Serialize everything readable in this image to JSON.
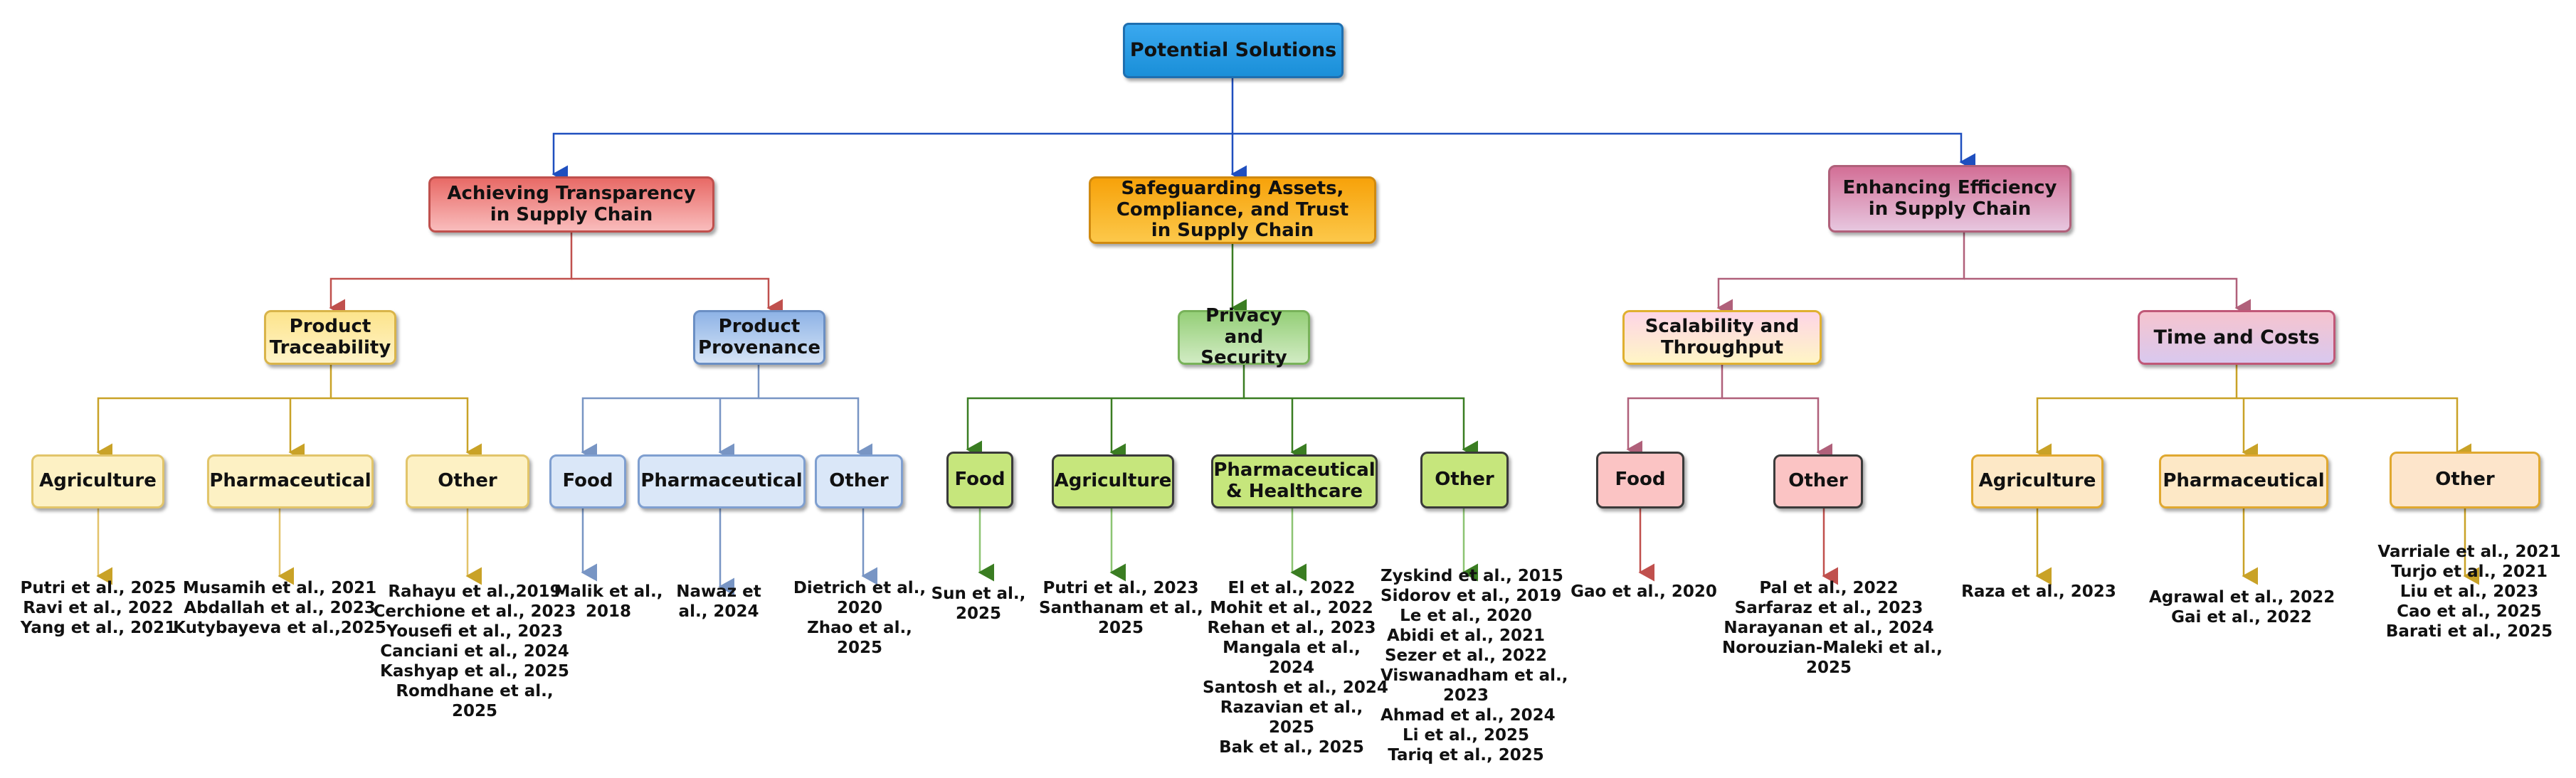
{
  "root": {
    "label": "Potential Solutions"
  },
  "branches": {
    "transparency": {
      "label": "Achieving Transparency in Supply Chain",
      "traceability": {
        "label": "Product Traceability",
        "agriculture": {
          "label": "Agriculture",
          "refs": [
            "Putri et al., 2025",
            "Ravi et al., 2022",
            "Yang et al., 2021"
          ]
        },
        "pharmaceutical": {
          "label": "Pharmaceutical",
          "refs": [
            "Musamih et al., 2021",
            "Abdallah et al., 2023",
            "Kutybayeva et al.,2025"
          ]
        },
        "other": {
          "label": "Other",
          "refs": [
            "Rahayu et al.,2019",
            "Cerchione et al., 2023",
            "Yousefi et al., 2023",
            "Canciani et al., 2024",
            "Kashyap et al., 2025",
            "Romdhane et al.,",
            "2025"
          ]
        }
      },
      "provenance": {
        "label": "Product Provenance",
        "food": {
          "label": "Food",
          "refs": [
            "Malik et al.,",
            "2018"
          ]
        },
        "pharmaceutical": {
          "label": "Pharmaceutical",
          "refs": [
            "Nawaz et",
            "al., 2024"
          ]
        },
        "other": {
          "label": "Other",
          "refs": [
            "Dietrich et al.,",
            "2020",
            "Zhao et al.,",
            "2025"
          ]
        }
      }
    },
    "safeguarding": {
      "label": "Safeguarding  Assets, Compliance, and Trust in Supply Chain",
      "privacy": {
        "label": "Privacy and Security",
        "food": {
          "label": "Food",
          "refs": [
            "Sun et al.,",
            "2025"
          ]
        },
        "agriculture": {
          "label": "Agriculture",
          "refs": [
            "Putri et al., 2023",
            "Santhanam et al.,",
            "2025"
          ]
        },
        "pharma_health": {
          "label": "Pharmaceutical & Healthcare",
          "refs": [
            "El et al., 2022",
            "Mohit et al., 2022",
            "Rehan et al., 2023",
            "Mangala et al.,",
            "2024",
            "Santosh et al., 2024",
            "Razavian et al.,",
            "2025",
            "Bak et al., 2025"
          ]
        },
        "other": {
          "label": "Other",
          "refs": [
            "Zyskind et al., 2015",
            "Sidorov et al., 2019",
            "Le et al., 2020",
            "Abidi et al., 2021",
            "Sezer et al., 2022",
            "Viswanadham et al.,",
            "2023",
            "Ahmad et al., 2024",
            "Li et al., 2025",
            "Tariq et al., 2025"
          ]
        }
      }
    },
    "efficiency": {
      "label": "Enhancing Efficiency in Supply Chain",
      "scalability": {
        "label": "Scalability and Throughput",
        "food": {
          "label": "Food",
          "refs": [
            "Gao et al., 2020"
          ]
        },
        "other": {
          "label": "Other",
          "refs": [
            "Pal et al., 2022",
            "Sarfaraz et al., 2023",
            "Narayanan et al., 2024",
            "Norouzian-Maleki et al.,",
            "2025"
          ]
        }
      },
      "time_costs": {
        "label": "Time and Costs",
        "agriculture": {
          "label": "Agriculture",
          "refs": [
            "Raza et al., 2023"
          ]
        },
        "pharmaceutical": {
          "label": "Pharmaceutical",
          "refs": [
            "Agrawal et al., 2022",
            "Gai et al., 2022"
          ]
        },
        "other": {
          "label": "Other",
          "refs": [
            "Varriale et al., 2021",
            "Turjo et al., 2021",
            "Liu et al., 2023",
            "Cao et al., 2025",
            "Barati et al., 2025"
          ]
        }
      }
    }
  },
  "colors": {
    "blue_edge": "#1f4fbf",
    "red_edge": "#c0504d",
    "green_edge": "#3a7d22",
    "pink_edge": "#b0607a",
    "gold_edge": "#c9a227",
    "steel_edge": "#7895c4"
  }
}
